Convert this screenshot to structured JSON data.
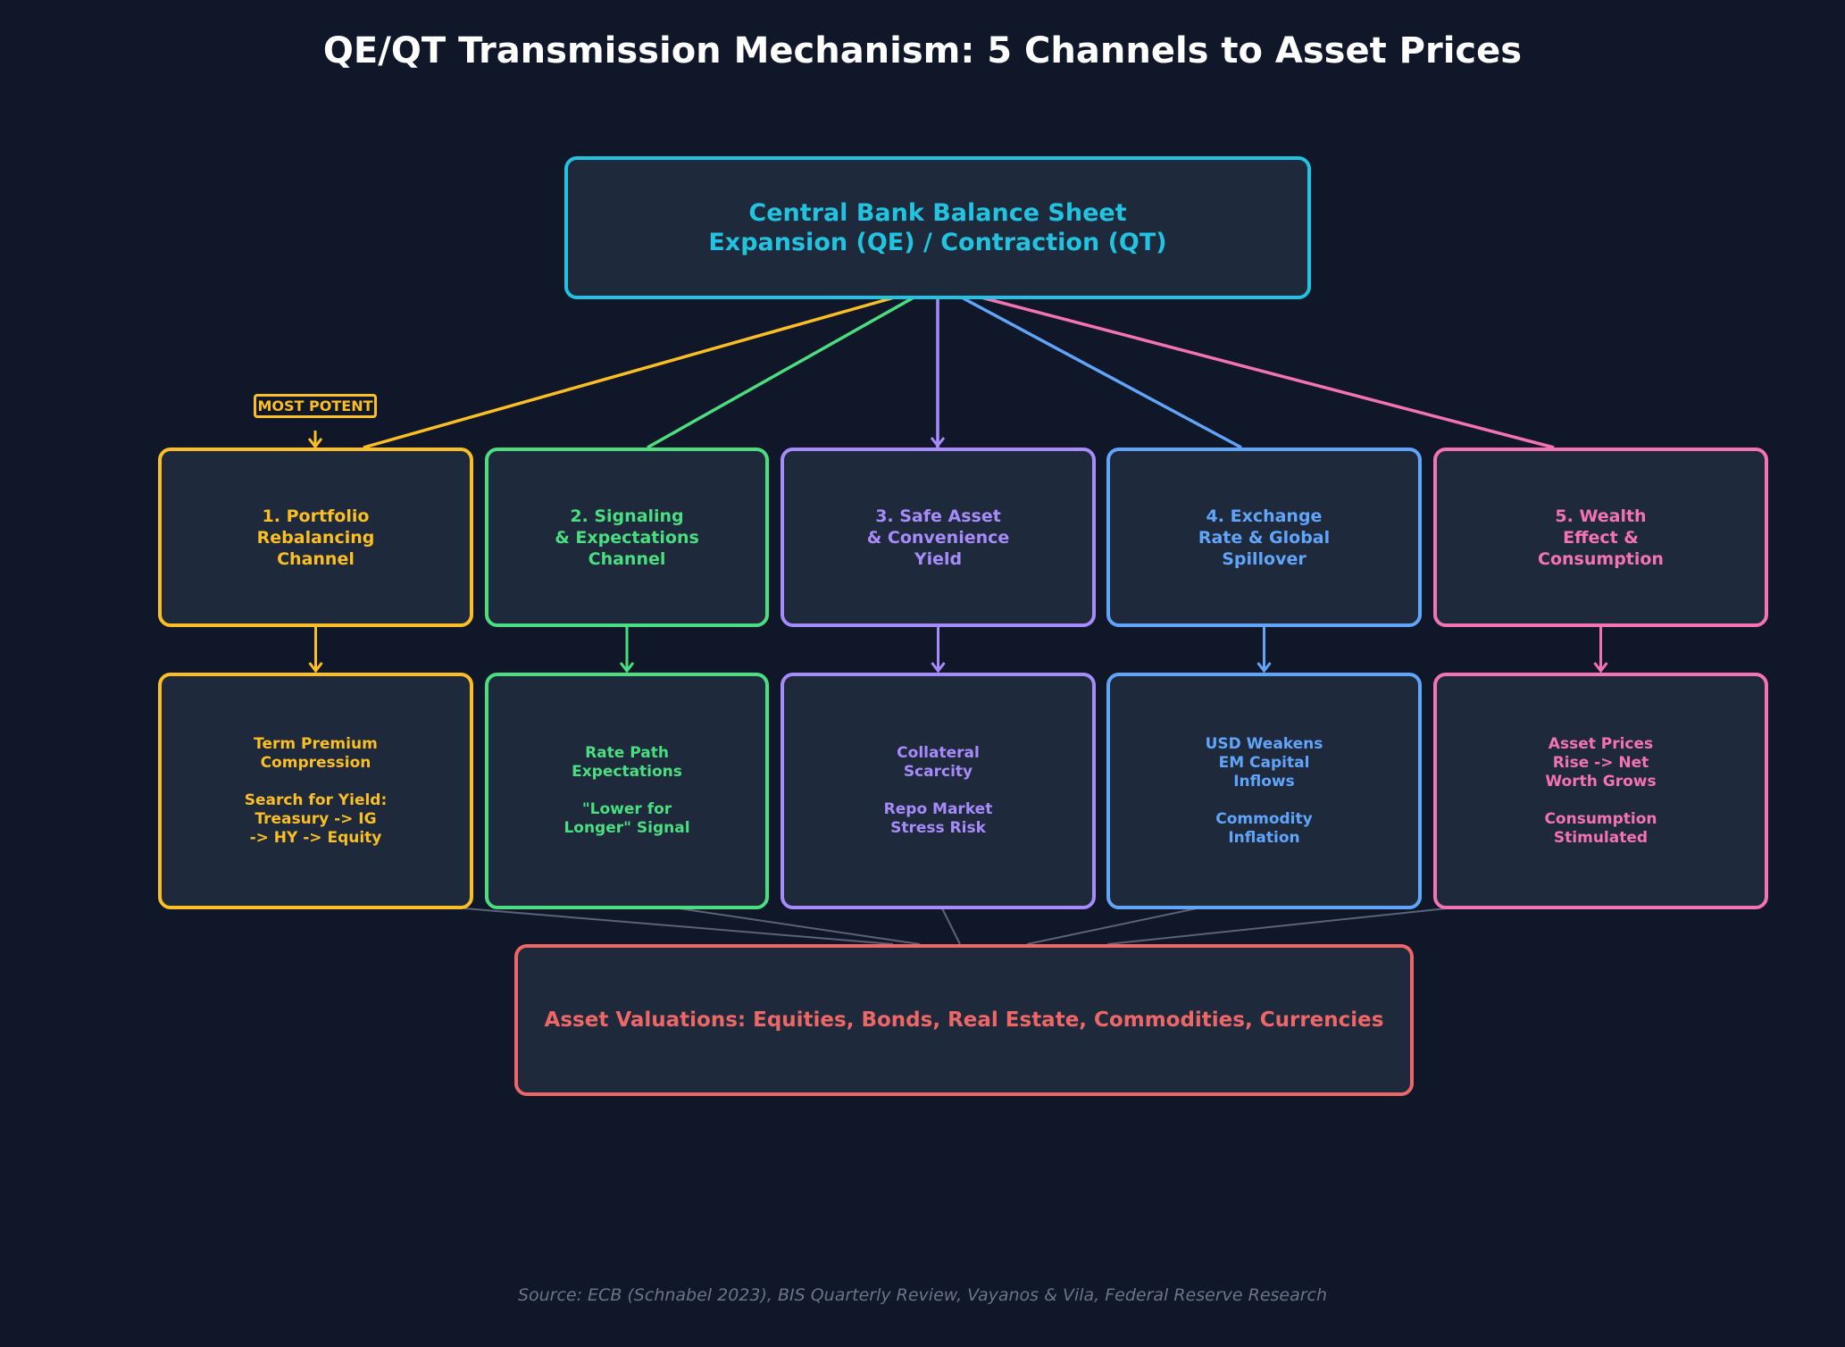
{
  "title": "QE/QT Transmission Mechanism: 5 Channels to Asset Prices",
  "top": {
    "label": "Central Bank Balance Sheet\nExpansion (QE) / Contraction (QT)",
    "color": "#22c3e0"
  },
  "badge": {
    "label": "MOST POTENT",
    "color": "#fbbf24"
  },
  "channels": [
    {
      "label": "1. Portfolio\nRebalancing\nChannel",
      "effect": "Term Premium\nCompression\n\nSearch for Yield:\nTreasury -> IG\n-> HY -> Equity",
      "color": "#fbbf24"
    },
    {
      "label": "2. Signaling\n& Expectations\nChannel",
      "effect": "Rate Path\nExpectations\n\n\"Lower for\nLonger\" Signal",
      "color": "#4ade80"
    },
    {
      "label": "3. Safe Asset\n& Convenience\nYield",
      "effect": "Collateral\nScarcity\n\nRepo Market\nStress Risk",
      "color": "#a78bfa"
    },
    {
      "label": "4. Exchange\nRate & Global\nSpillover",
      "effect": "USD Weakens\nEM Capital\nInflows\n\nCommodity\nInflation",
      "color": "#60a5fa"
    },
    {
      "label": "5. Wealth\nEffect &\nConsumption",
      "effect": "Asset Prices\nRise -> Net\nWorth Grows\n\nConsumption\nStimulated",
      "color": "#f472b6"
    }
  ],
  "bottom": {
    "label": "Asset Valuations: Equities, Bonds, Real Estate, Commodities, Currencies",
    "color": "#ee6767"
  },
  "source": "Source: ECB (Schnabel 2023), BIS Quarterly Review, Vayanos & Vila, Federal Reserve Research"
}
